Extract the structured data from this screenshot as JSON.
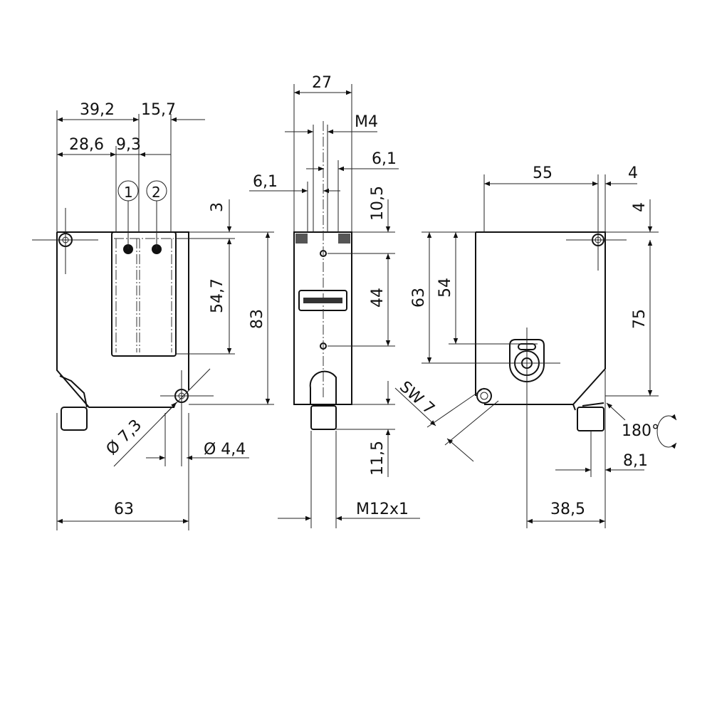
{
  "left_view": {
    "dims": {
      "d39_2": "39,2",
      "d15_7": "15,7",
      "d28_6": "28,6",
      "d9_3": "9,3",
      "d3": "3",
      "d54_7": "54,7",
      "d83": "83",
      "phi7_3": "Ø 7,3",
      "phi4_4": "Ø 4,4",
      "d63": "63"
    },
    "markers": {
      "m1": "1",
      "m2": "2"
    }
  },
  "middle_view": {
    "dims": {
      "d27": "27",
      "m4": "M4",
      "d6_1a": "6,1",
      "d6_1b": "6,1",
      "d10_5": "10,5",
      "d44": "44",
      "d11_5": "11,5",
      "m12": "M12x1"
    }
  },
  "right_view": {
    "dims": {
      "d55": "55",
      "d4a": "4",
      "d4b": "4",
      "d75": "75",
      "d63": "63",
      "d54": "54",
      "sw7": "SW 7",
      "rot": "180°",
      "d8_1": "8,1",
      "d38_5": "38,5"
    }
  }
}
